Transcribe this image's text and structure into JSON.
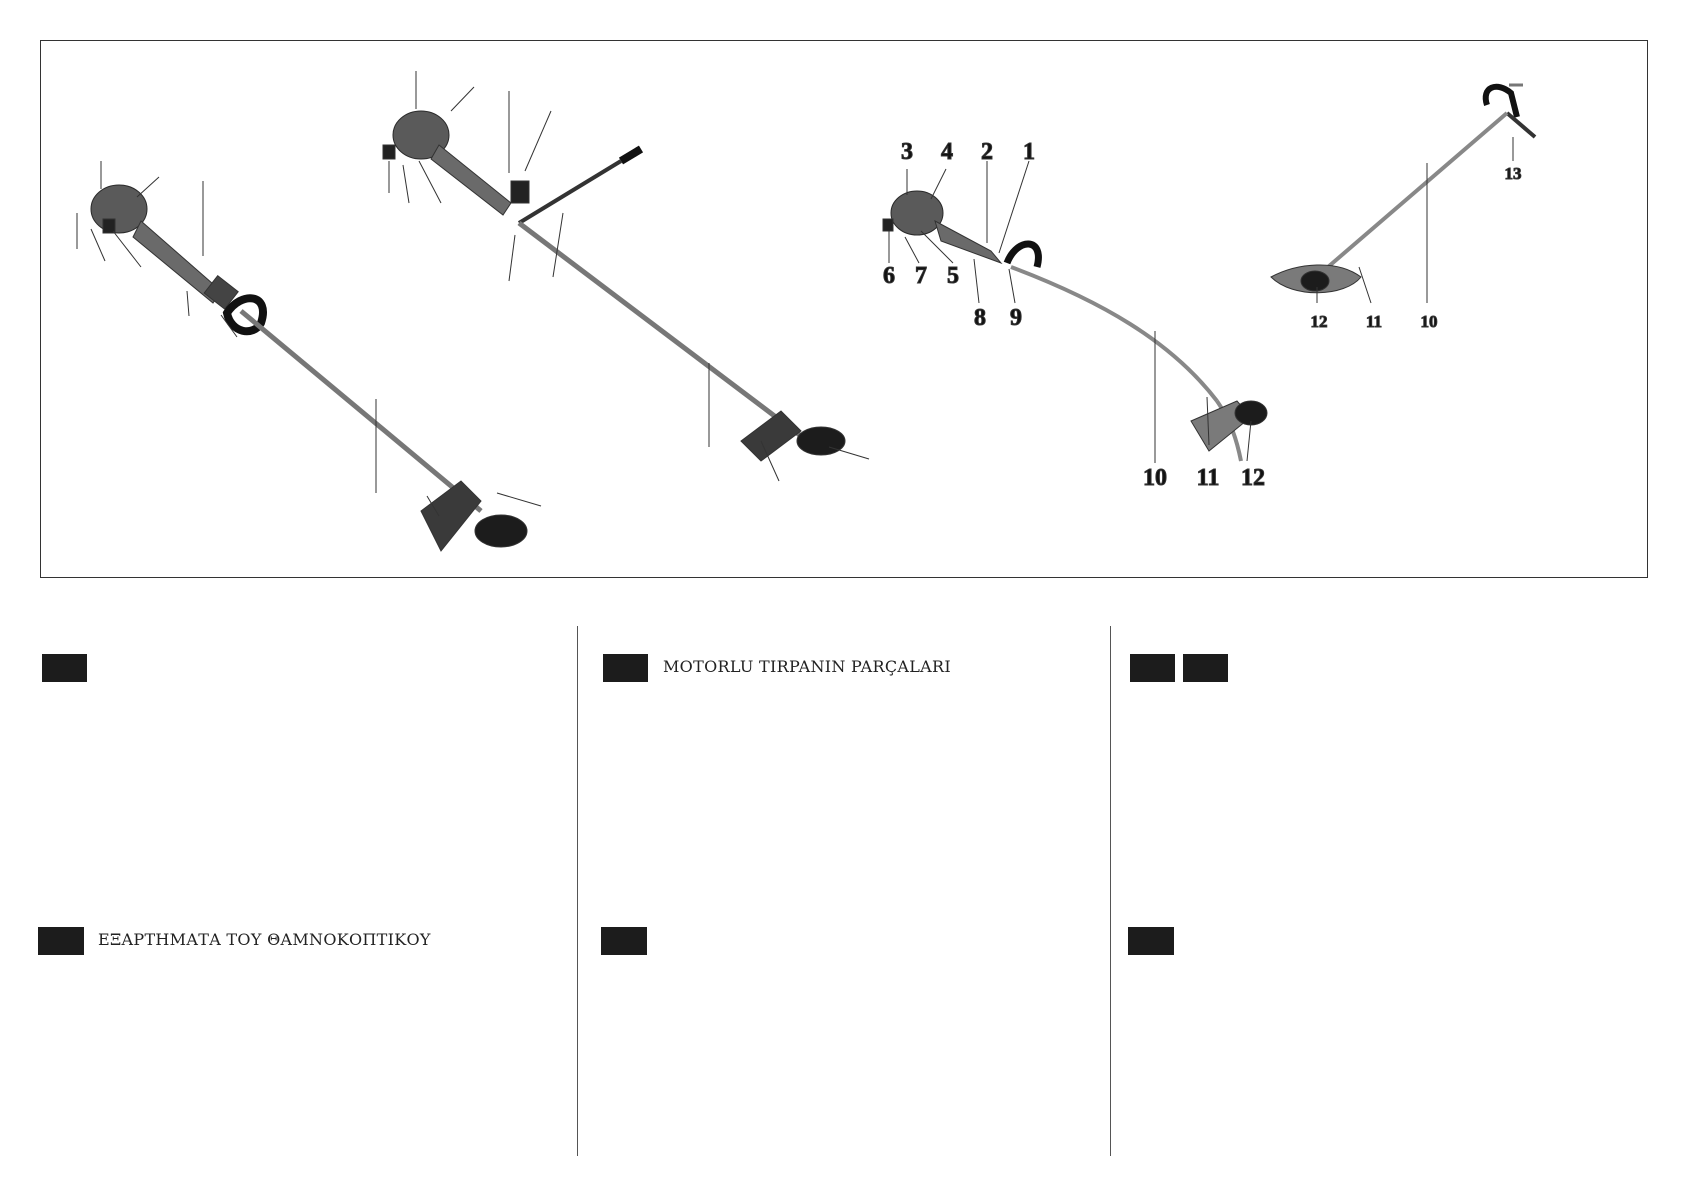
{
  "figure": {
    "labels": {
      "n1": "1",
      "n2": "2",
      "n3": "3",
      "n4": "4",
      "n5": "5",
      "n6": "6",
      "n7": "7",
      "n8": "8",
      "n9": "9",
      "n10": "10",
      "n11": "11",
      "n12": "12",
      "s10": "10",
      "s11": "11",
      "s12": "12",
      "s13": "13"
    }
  },
  "sections": {
    "tr": {
      "heading": "MOTORLU TIRPANIN PARÇALARI"
    },
    "gr": {
      "heading": "ΕΞΑΡΤΗΜΑΤΑ ΤΟΥ ΘΑΜΝΟΚΟΠΤΙΚΟΥ"
    }
  },
  "colors": {
    "badge": "#1c1c1c",
    "ink": "#1a1a1a",
    "machine": "#555555"
  }
}
